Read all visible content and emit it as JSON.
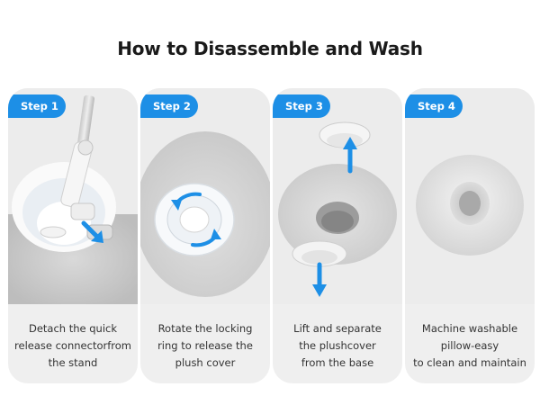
{
  "title": "How to Disassemble and Wash",
  "accent_color": "#1d8fe6",
  "steps": [
    {
      "badge": "Step 1",
      "image": "stand-connector-detach-illustration",
      "arrow_icon": "arrow-down-right-icon",
      "caption": [
        "Detach the quick",
        "release connectorfrom",
        "the stand"
      ]
    },
    {
      "badge": "Step 2",
      "image": "locking-ring-rotate-illustration",
      "arrow_icon": "rotate-arrows-icon",
      "caption": [
        "Rotate the locking",
        "ring to release the",
        "plush cover"
      ]
    },
    {
      "badge": "Step 3",
      "image": "plush-cover-separate-illustration",
      "arrow_icon": "arrow-up-down-icon",
      "caption": [
        "Lift and separate",
        "the plushcover",
        "from the base"
      ]
    },
    {
      "badge": "Step 4",
      "image": "washable-pillow-illustration",
      "caption": [
        "Machine washable",
        "pillow-easy",
        "to clean and maintain"
      ]
    }
  ]
}
